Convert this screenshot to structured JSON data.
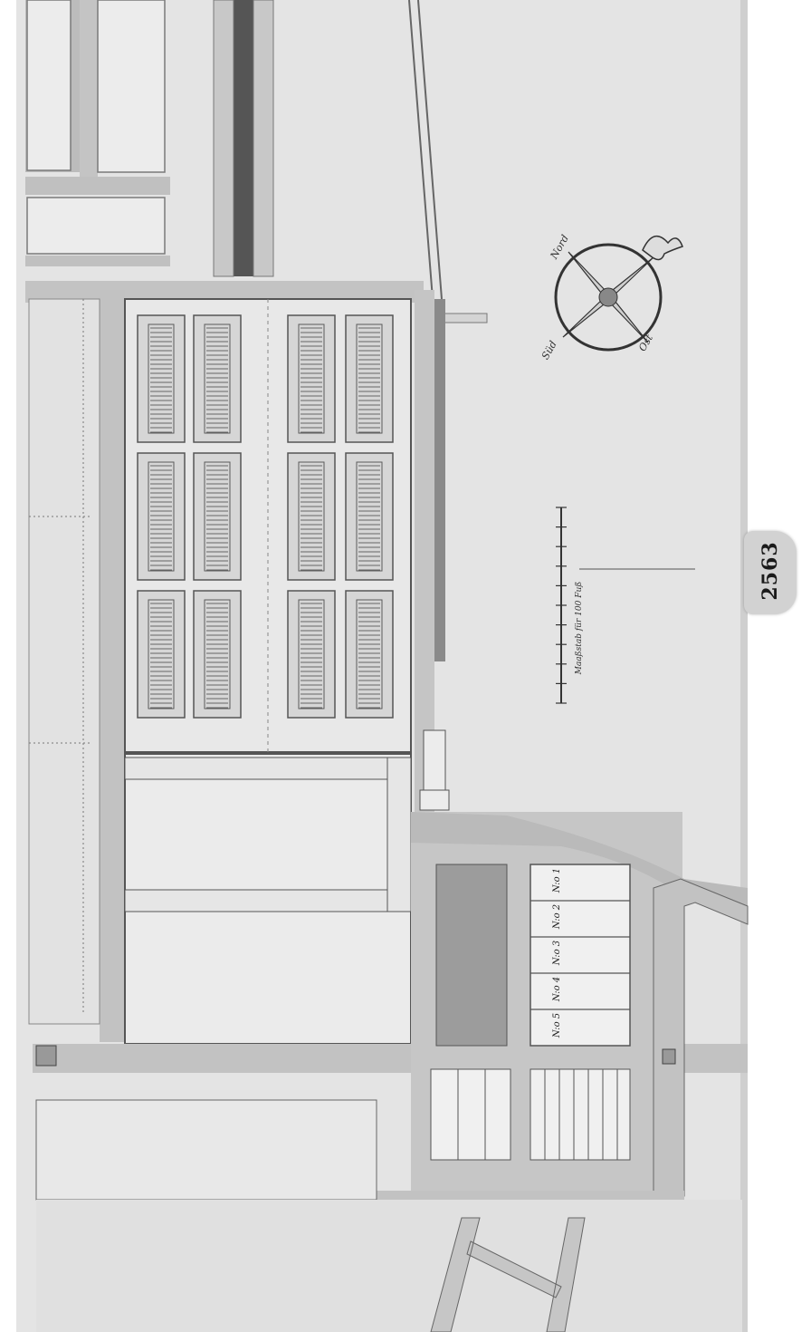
{
  "catalog_number": "2563",
  "compass": {
    "labels": [
      "Nord",
      "Ost",
      "Süd"
    ],
    "icon": "compass-rose-fleur-de-lis"
  },
  "scale_bar": {
    "caption": "Maaßstab für 100 Fuß",
    "ticks": 11
  },
  "plots": {
    "labels": [
      "N:o 1",
      "N:o 2",
      "N:o 3",
      "N:o 4",
      "N:o 5"
    ]
  },
  "colors": {
    "paper": "#e6e6e6",
    "road": "#bdbdbd",
    "ink": "#3a3a3a",
    "frame": "#ffffff"
  }
}
